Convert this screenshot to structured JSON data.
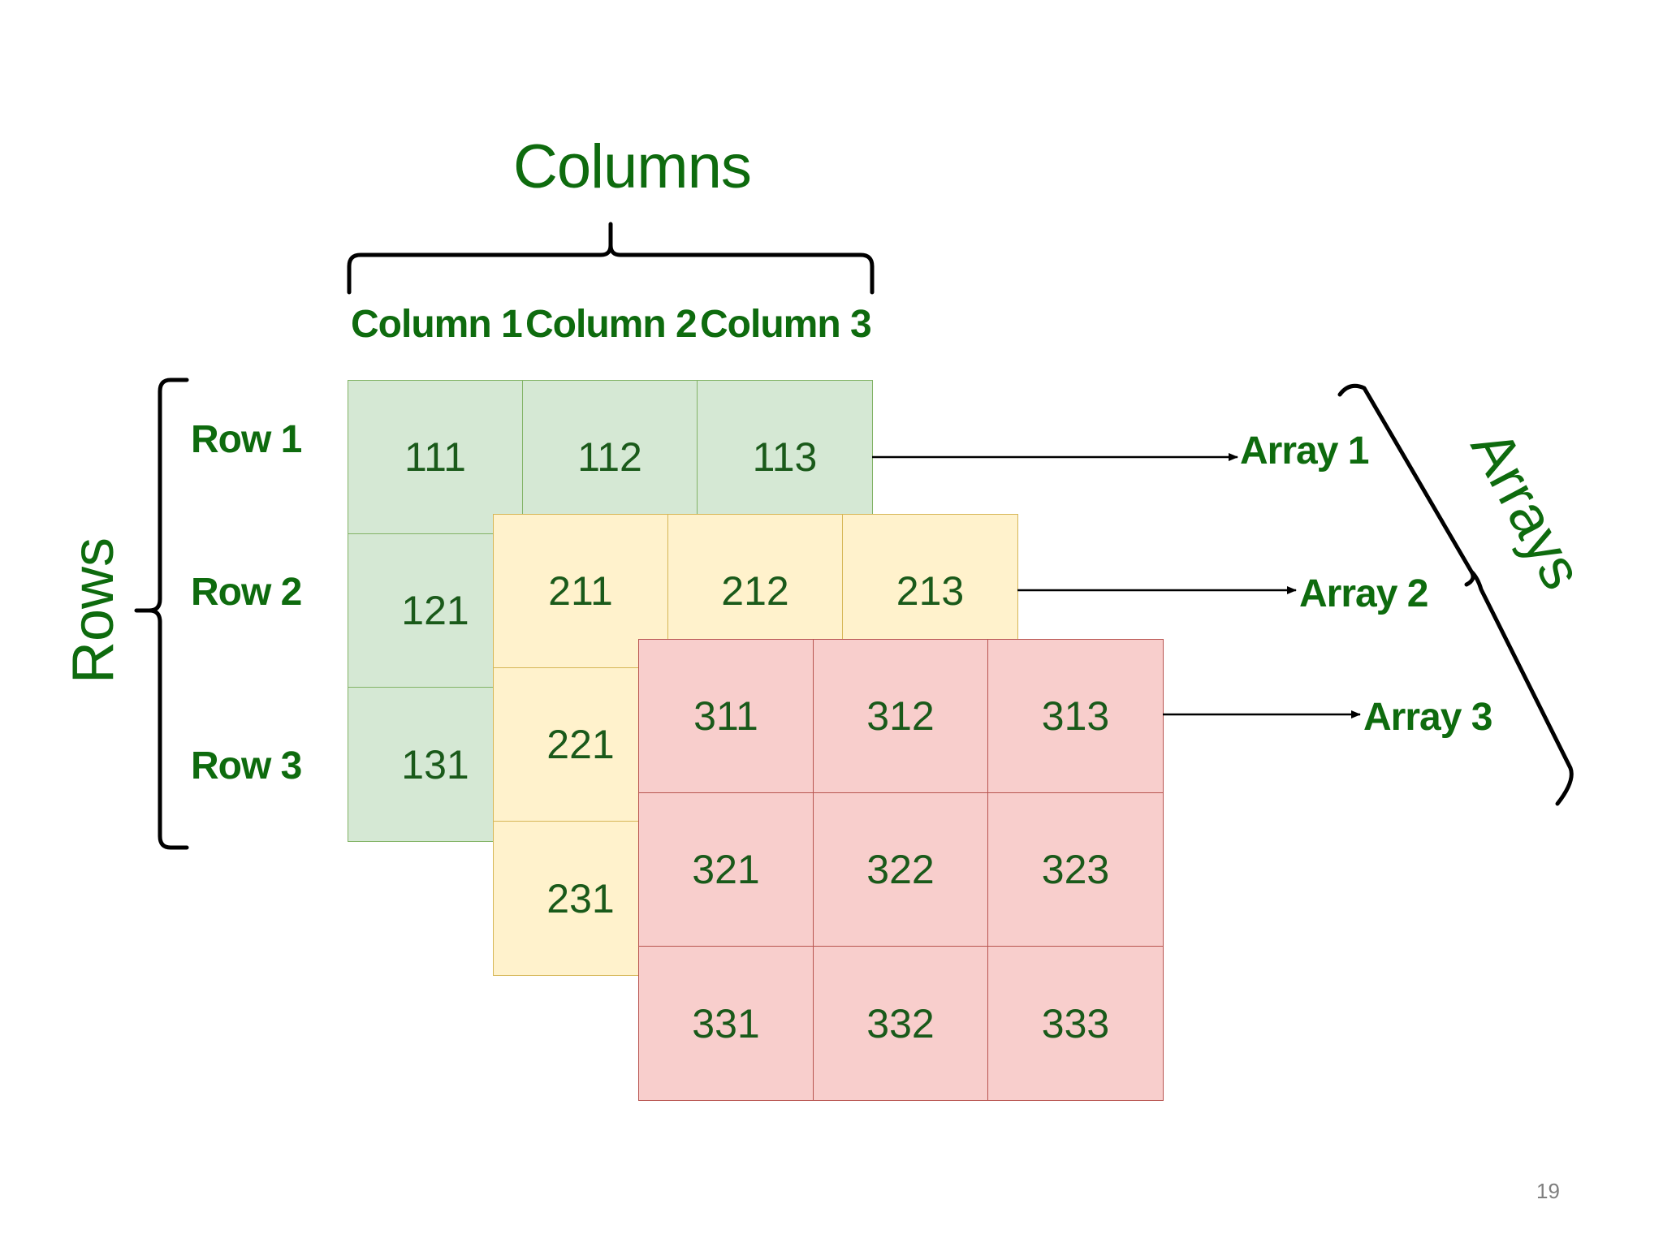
{
  "title_columns": "Columns",
  "title_rows": "Rows",
  "title_arrays": "Arrays",
  "column_headers": [
    "Column 1",
    "Column 2",
    "Column 3"
  ],
  "row_headers": [
    "Row 1",
    "Row 2",
    "Row 3"
  ],
  "arrays": [
    {
      "label": "Array 1",
      "color": "#d5e8d4",
      "border": "#82b366",
      "cells": [
        "111",
        "112",
        "113",
        "121",
        "",
        "",
        "131",
        "",
        ""
      ]
    },
    {
      "label": "Array 2",
      "color": "#fff2cc",
      "border": "#d6b656",
      "cells": [
        "211",
        "212",
        "213",
        "221",
        "",
        "",
        "231",
        "",
        ""
      ]
    },
    {
      "label": "Array 3",
      "color": "#f8cecc",
      "border": "#b85450",
      "cells": [
        "311",
        "312",
        "313",
        "321",
        "322",
        "323",
        "331",
        "332",
        "333"
      ]
    }
  ],
  "page_number": "19",
  "colors": {
    "label_green": "#0e6b0e",
    "cell_text": "#1a5a1a"
  }
}
